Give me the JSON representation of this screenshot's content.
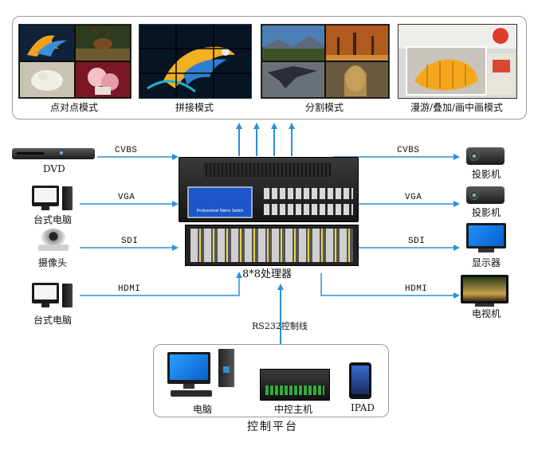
{
  "modes": [
    {
      "label": "点对点模式"
    },
    {
      "label": "拼接模式"
    },
    {
      "label": "分割模式"
    },
    {
      "label": "漫游/叠加/画中画模式"
    }
  ],
  "inputs": [
    {
      "label": "DVD",
      "signal": "CVBS"
    },
    {
      "label": "台式电脑",
      "signal": "VGA"
    },
    {
      "label": "摄像头",
      "signal": "SDI"
    },
    {
      "label": "台式电脑",
      "signal": "HDMI"
    }
  ],
  "outputs": [
    {
      "label": "投影机",
      "signal": "CVBS"
    },
    {
      "label": "投影机",
      "signal": "VGA"
    },
    {
      "label": "显示器",
      "signal": "SDI"
    },
    {
      "label": "电视机",
      "signal": "HDMI"
    }
  ],
  "processor": {
    "label": "8*8处理器",
    "screen_text": "Professional Matrix Switch"
  },
  "control": {
    "link_label": "RS232控制线",
    "title": "控制平台",
    "devices": [
      {
        "label": "电脑"
      },
      {
        "label": "中控主机"
      },
      {
        "label": "IPAD"
      }
    ]
  },
  "colors": {
    "arrow": "#2f8fd6",
    "screen": "#1c56c8",
    "frame": "#9a9a9a"
  }
}
